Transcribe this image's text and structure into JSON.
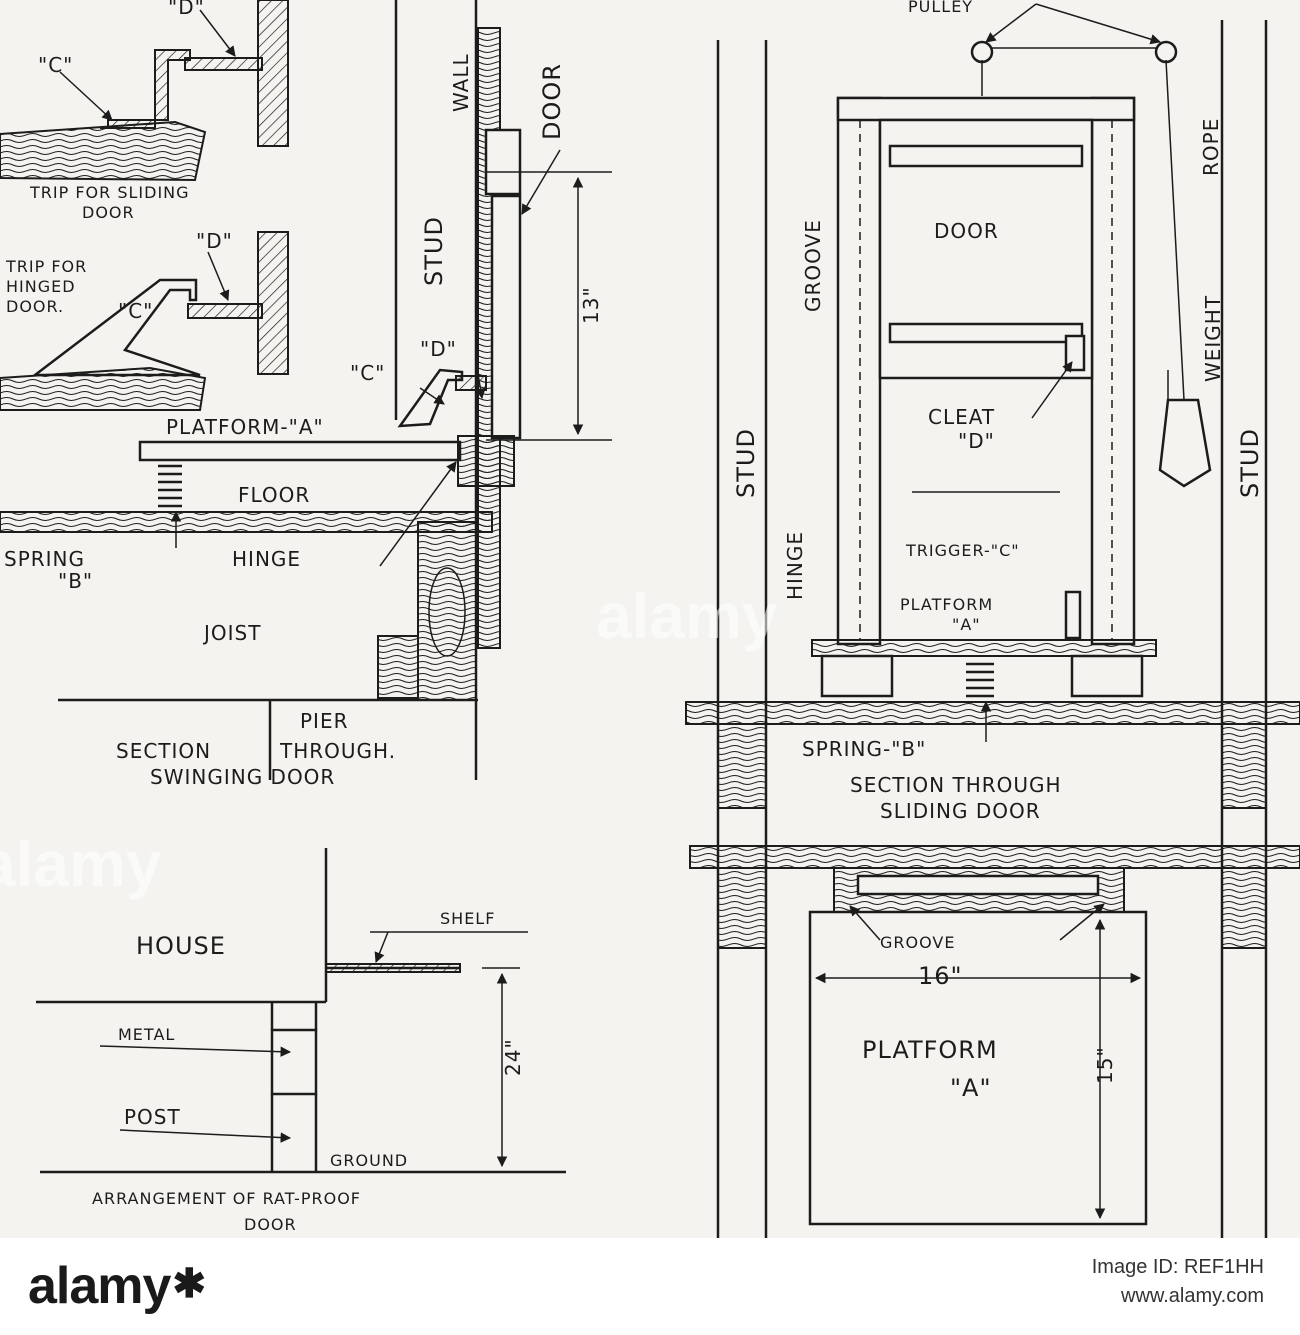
{
  "labels": {
    "trip_sliding_d": "\"D\"",
    "trip_sliding_c": "\"C\"",
    "trip_sliding_caption_1": "TRIP FOR SLIDING",
    "trip_sliding_caption_2": "DOOR",
    "trip_hinged_d": "\"D\"",
    "trip_hinged_caption_1": "TRIP FOR",
    "trip_hinged_caption_2": "HINGED",
    "trip_hinged_caption_3": "DOOR.",
    "trip_hinged_c": "\"C\"",
    "swing_c": "\"C\"",
    "swing_d": "\"D\"",
    "wall": "WALL",
    "door_vertical": "DOOR",
    "stud_left": "STUD",
    "dim_13": "13\"",
    "platform_a": "PLATFORM-\"A\"",
    "floor": "FLOOR",
    "spring": "SPRING",
    "spring_b": "\"B\"",
    "hinge": "HINGE",
    "joist": "JOIST",
    "pier": "PIER",
    "section_swing_1": "SECTION",
    "section_swing_2": "THROUGH.",
    "section_swing_3": "SWINGING DOOR",
    "pulley": "PULLEY",
    "groove_vertical": "GROOVE",
    "door_center": "DOOR",
    "rope": "ROPE",
    "weight": "WEIGHT",
    "stud_right_a": "STUD",
    "stud_right_b": "STUD",
    "cleat": "CLEAT",
    "cleat_d": "\"D\"",
    "hinge_vertical": "HINGE",
    "trigger_c": "TRIGGER-\"C\"",
    "platform_right": "PLATFORM",
    "platform_right_a": "\"A\"",
    "spring_b_right": "SPRING-\"B\"",
    "section_slide_1": "SECTION THROUGH",
    "section_slide_2": "SLIDING DOOR",
    "groove_plan": "GROOVE",
    "dim_16": "16\"",
    "platform_plan": "PLATFORM",
    "platform_plan_a": "\"A\"",
    "dim_15": "15\"",
    "shelf": "SHELF",
    "house": "HOUSE",
    "metal": "METAL",
    "post": "POST",
    "ground": "GROUND",
    "dim_24": "24\"",
    "arrangement_1": "ARRANGEMENT OF RAT-PROOF",
    "arrangement_2": "DOOR"
  },
  "watermark": "alamy",
  "footer": {
    "logo": "alamy",
    "line1": "Image ID: REF1HH",
    "line2": "www.alamy.com"
  }
}
